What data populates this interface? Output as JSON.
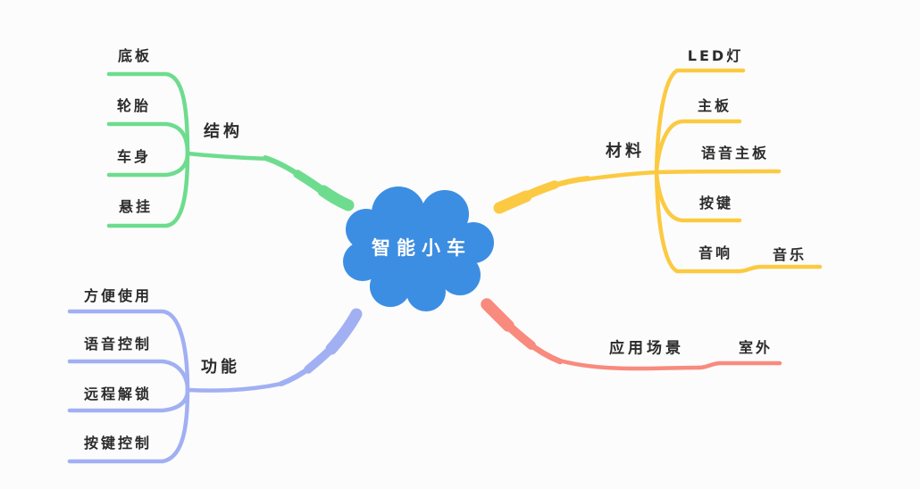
{
  "canvas": {
    "background": "#fcfcfc"
  },
  "root": {
    "label": "智能小车",
    "fill_color": "#3c8ee3",
    "text_color": "#ffffff"
  },
  "colors": {
    "structure": "#6edc8e",
    "materials": "#fbca42",
    "functions": "#a1b0f3",
    "scenarios": "#f98a7e",
    "ink": "#2b2b2b"
  },
  "branches": [
    {
      "id": "structure",
      "label": "结构",
      "color": "#6edc8e",
      "children": [
        {
          "label": "底板"
        },
        {
          "label": "轮胎"
        },
        {
          "label": "车身"
        },
        {
          "label": "悬挂"
        }
      ]
    },
    {
      "id": "materials",
      "label": "材料",
      "color": "#fbca42",
      "children": [
        {
          "label": "LED灯"
        },
        {
          "label": "主板"
        },
        {
          "label": "语音主板"
        },
        {
          "label": "按键"
        },
        {
          "label": "音响",
          "children": [
            {
              "label": "音乐"
            }
          ]
        }
      ]
    },
    {
      "id": "functions",
      "label": "功能",
      "color": "#a1b0f3",
      "children": [
        {
          "label": "方便使用"
        },
        {
          "label": "语音控制"
        },
        {
          "label": "远程解锁"
        },
        {
          "label": "按键控制"
        }
      ]
    },
    {
      "id": "scenarios",
      "label": "应用场景",
      "color": "#f98a7e",
      "children": [
        {
          "label": "室外"
        }
      ]
    }
  ]
}
